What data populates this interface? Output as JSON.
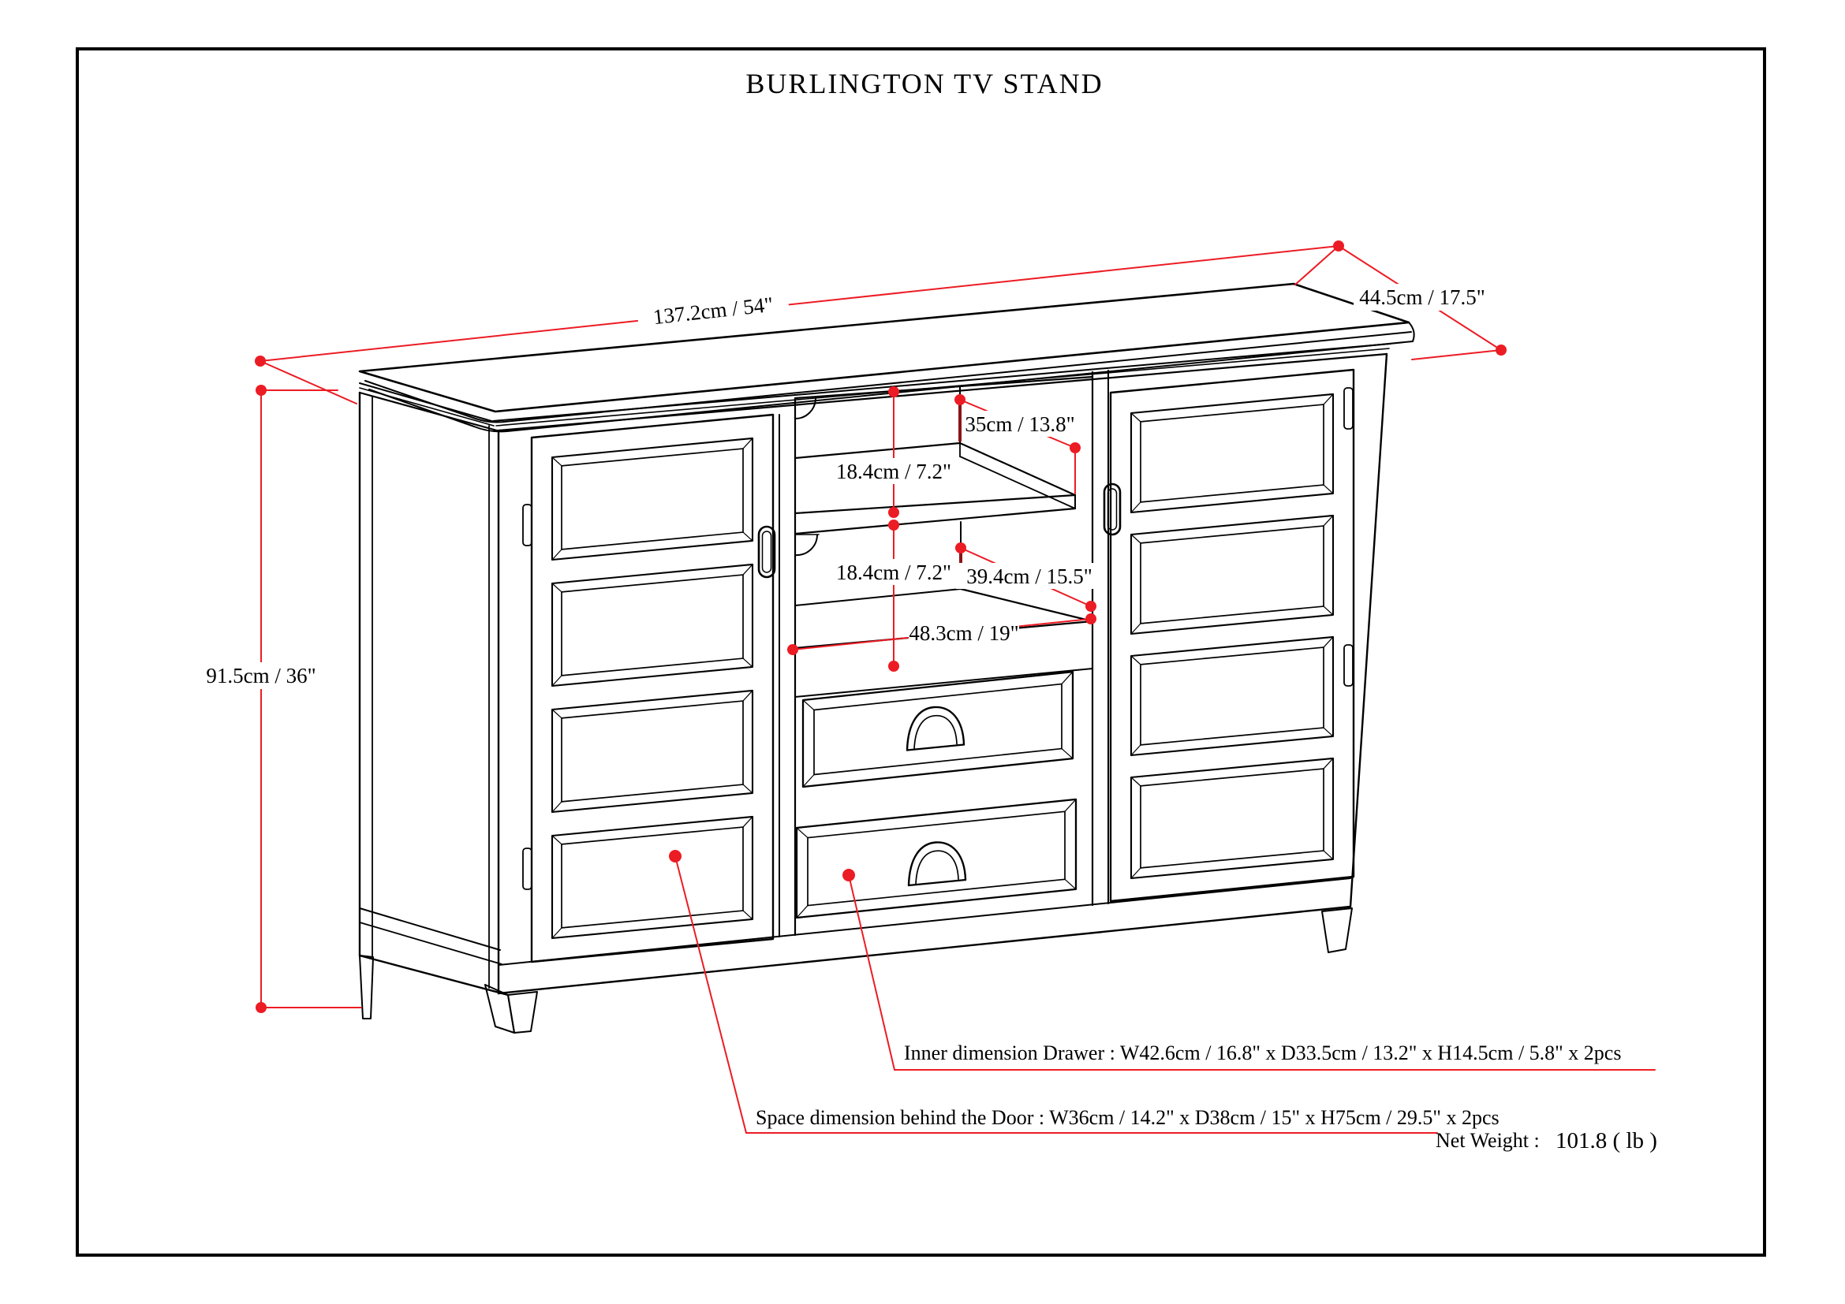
{
  "title": "BURLINGTON TV STAND",
  "colors": {
    "dimension_red": "#ec1c24",
    "line": "#000000"
  },
  "dimensions": {
    "overall_width": "137.2cm / 54\"",
    "overall_depth": "44.5cm / 17.5\"",
    "overall_height": "91.5cm / 36\"",
    "top_shelf_depth": "35cm / 13.8\"",
    "upper_shelf_gap": "18.4cm / 7.2\"",
    "lower_shelf_gap": "18.4cm / 7.2\"",
    "opening_depth": "39.4cm / 15.5\"",
    "opening_width": "48.3cm / 19\""
  },
  "notes": {
    "drawer_inner": "Inner dimension Drawer : W42.6cm / 16.8\" x D33.5cm / 13.2\" x H14.5cm / 5.8\" x 2pcs",
    "door_space": "Space dimension behind the Door  : W36cm / 14.2\" x D38cm / 15\" x H75cm / 29.5\" x 2pcs",
    "net_weight_label": "Net Weight :",
    "net_weight_value": "101.8 ( lb )"
  }
}
